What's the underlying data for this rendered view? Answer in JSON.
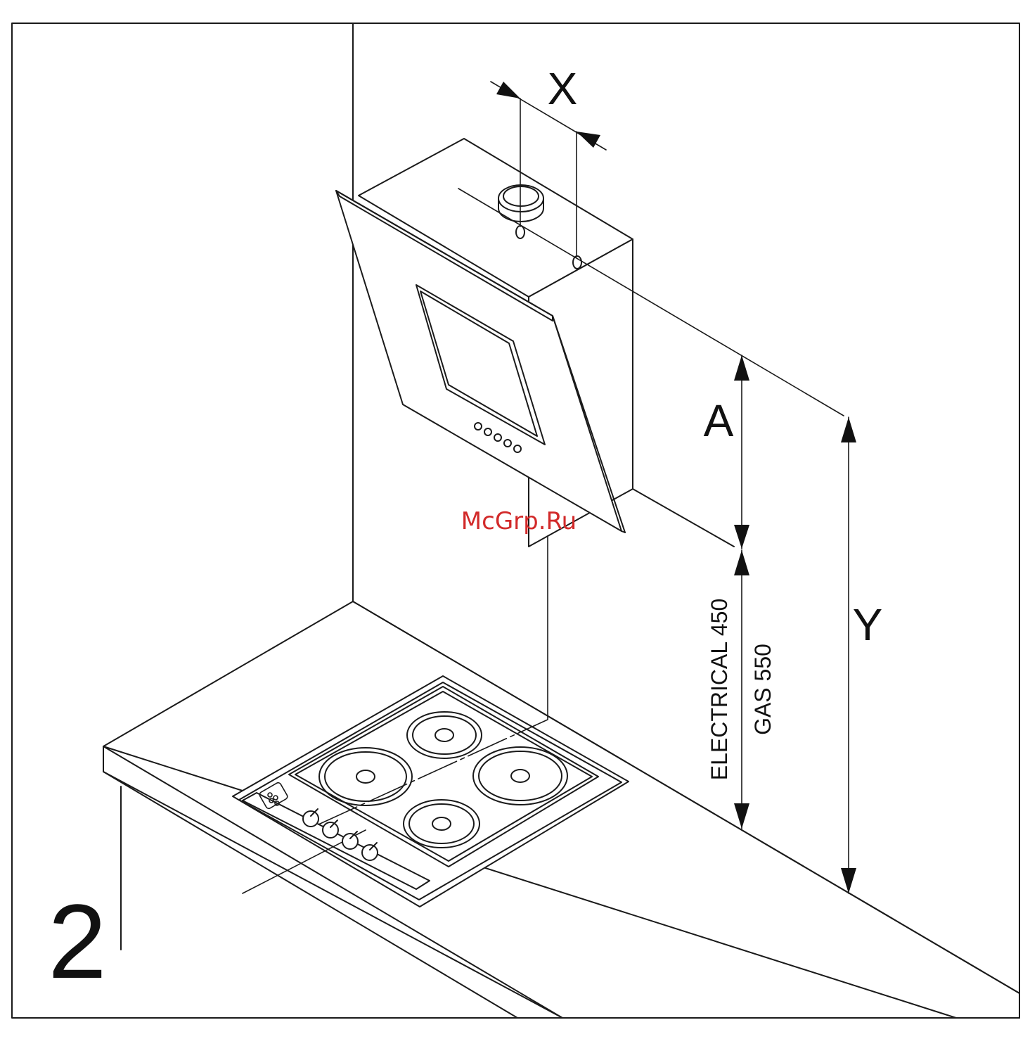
{
  "figure": {
    "number": "2",
    "labels": {
      "x_dimension": "X",
      "a_dimension": "A",
      "y_dimension": "Y",
      "electrical_clearance": "ELECTRICAL 450",
      "gas_clearance": "GAS 550"
    }
  },
  "watermark": {
    "text": "McGrp.Ru",
    "color": "#d22a2a"
  },
  "colors": {
    "line": "#1a1a1a",
    "background": "#ffffff"
  }
}
